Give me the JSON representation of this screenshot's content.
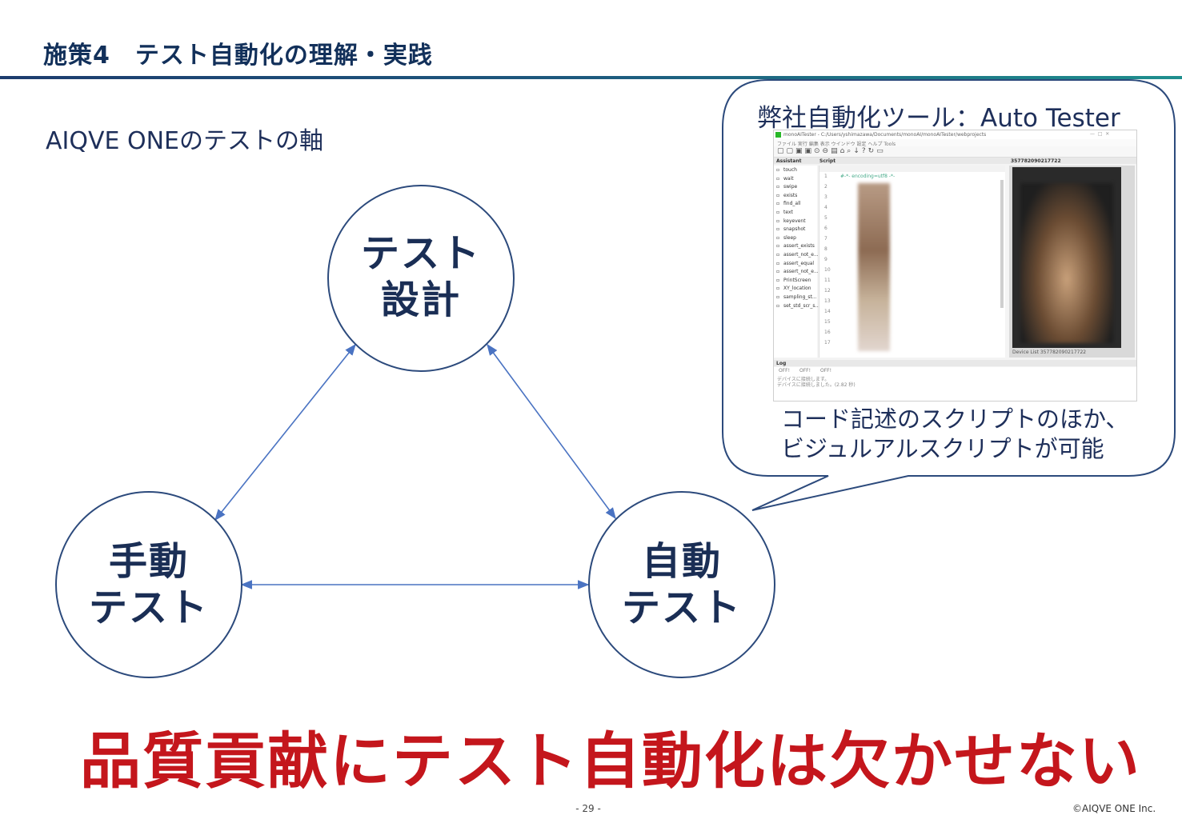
{
  "header": {
    "title": "施策4　テスト自動化の理解・実践"
  },
  "subtitle": "AIQVE ONEのテストの軸",
  "diagram": {
    "nodes": {
      "design": {
        "line1": "テスト",
        "line2": "設計"
      },
      "manual": {
        "line1": "手動",
        "line2": "テスト"
      },
      "auto": {
        "line1": "自動",
        "line2": "テスト"
      }
    }
  },
  "callout": {
    "title": "弊社自動化ツール：Auto Tester",
    "caption_line1": "コード記述のスクリプトのほか、",
    "caption_line2": "ビジュルアルスクリプトが可能",
    "screenshot": {
      "window_title": "monoAITester - C:/Users/yshimazawa/Documents/monoAI/monoAITester/webprojects",
      "menu": "ファイル  実行  編集  表示  ウインドウ  設定  ヘルプ  Tools",
      "assistant_header": "Assistant",
      "script_header": "Script",
      "device_header": "357782090217722",
      "assistant_items": [
        "touch",
        "wait",
        "swipe",
        "exists",
        "find_all",
        "text",
        "keyevent",
        "snapshot",
        "sleep",
        "assert_exists",
        "assert_not_e...",
        "assert_equal",
        "assert_not_e...",
        "PrintScreen",
        "XY_location",
        "sampling_st...",
        "set_std_scr_s..."
      ],
      "line_numbers": [
        "1",
        "2",
        "3",
        "4",
        "5",
        "6",
        "7",
        "8",
        "9",
        "10",
        "11",
        "12",
        "13",
        "14",
        "15",
        "16",
        "17"
      ],
      "log_header": "Log",
      "log_filters": [
        "OFF!",
        "OFF!",
        "OFF!"
      ],
      "log_line1": "デバイスに接続します。",
      "log_line2": "デバイスに接続しました。(2.82 秒)",
      "device_footer": "Device List   357782090217722"
    }
  },
  "conclusion": "品質貢献にテスト自動化は欠かせない",
  "footer": {
    "page": "- 29 -",
    "copyright": "©AIQVE ONE Inc."
  },
  "colors": {
    "title": "#12305a",
    "accent_red": "#c4161c",
    "circle_stroke": "#2c4a7c",
    "arrow": "#4a73c2"
  }
}
